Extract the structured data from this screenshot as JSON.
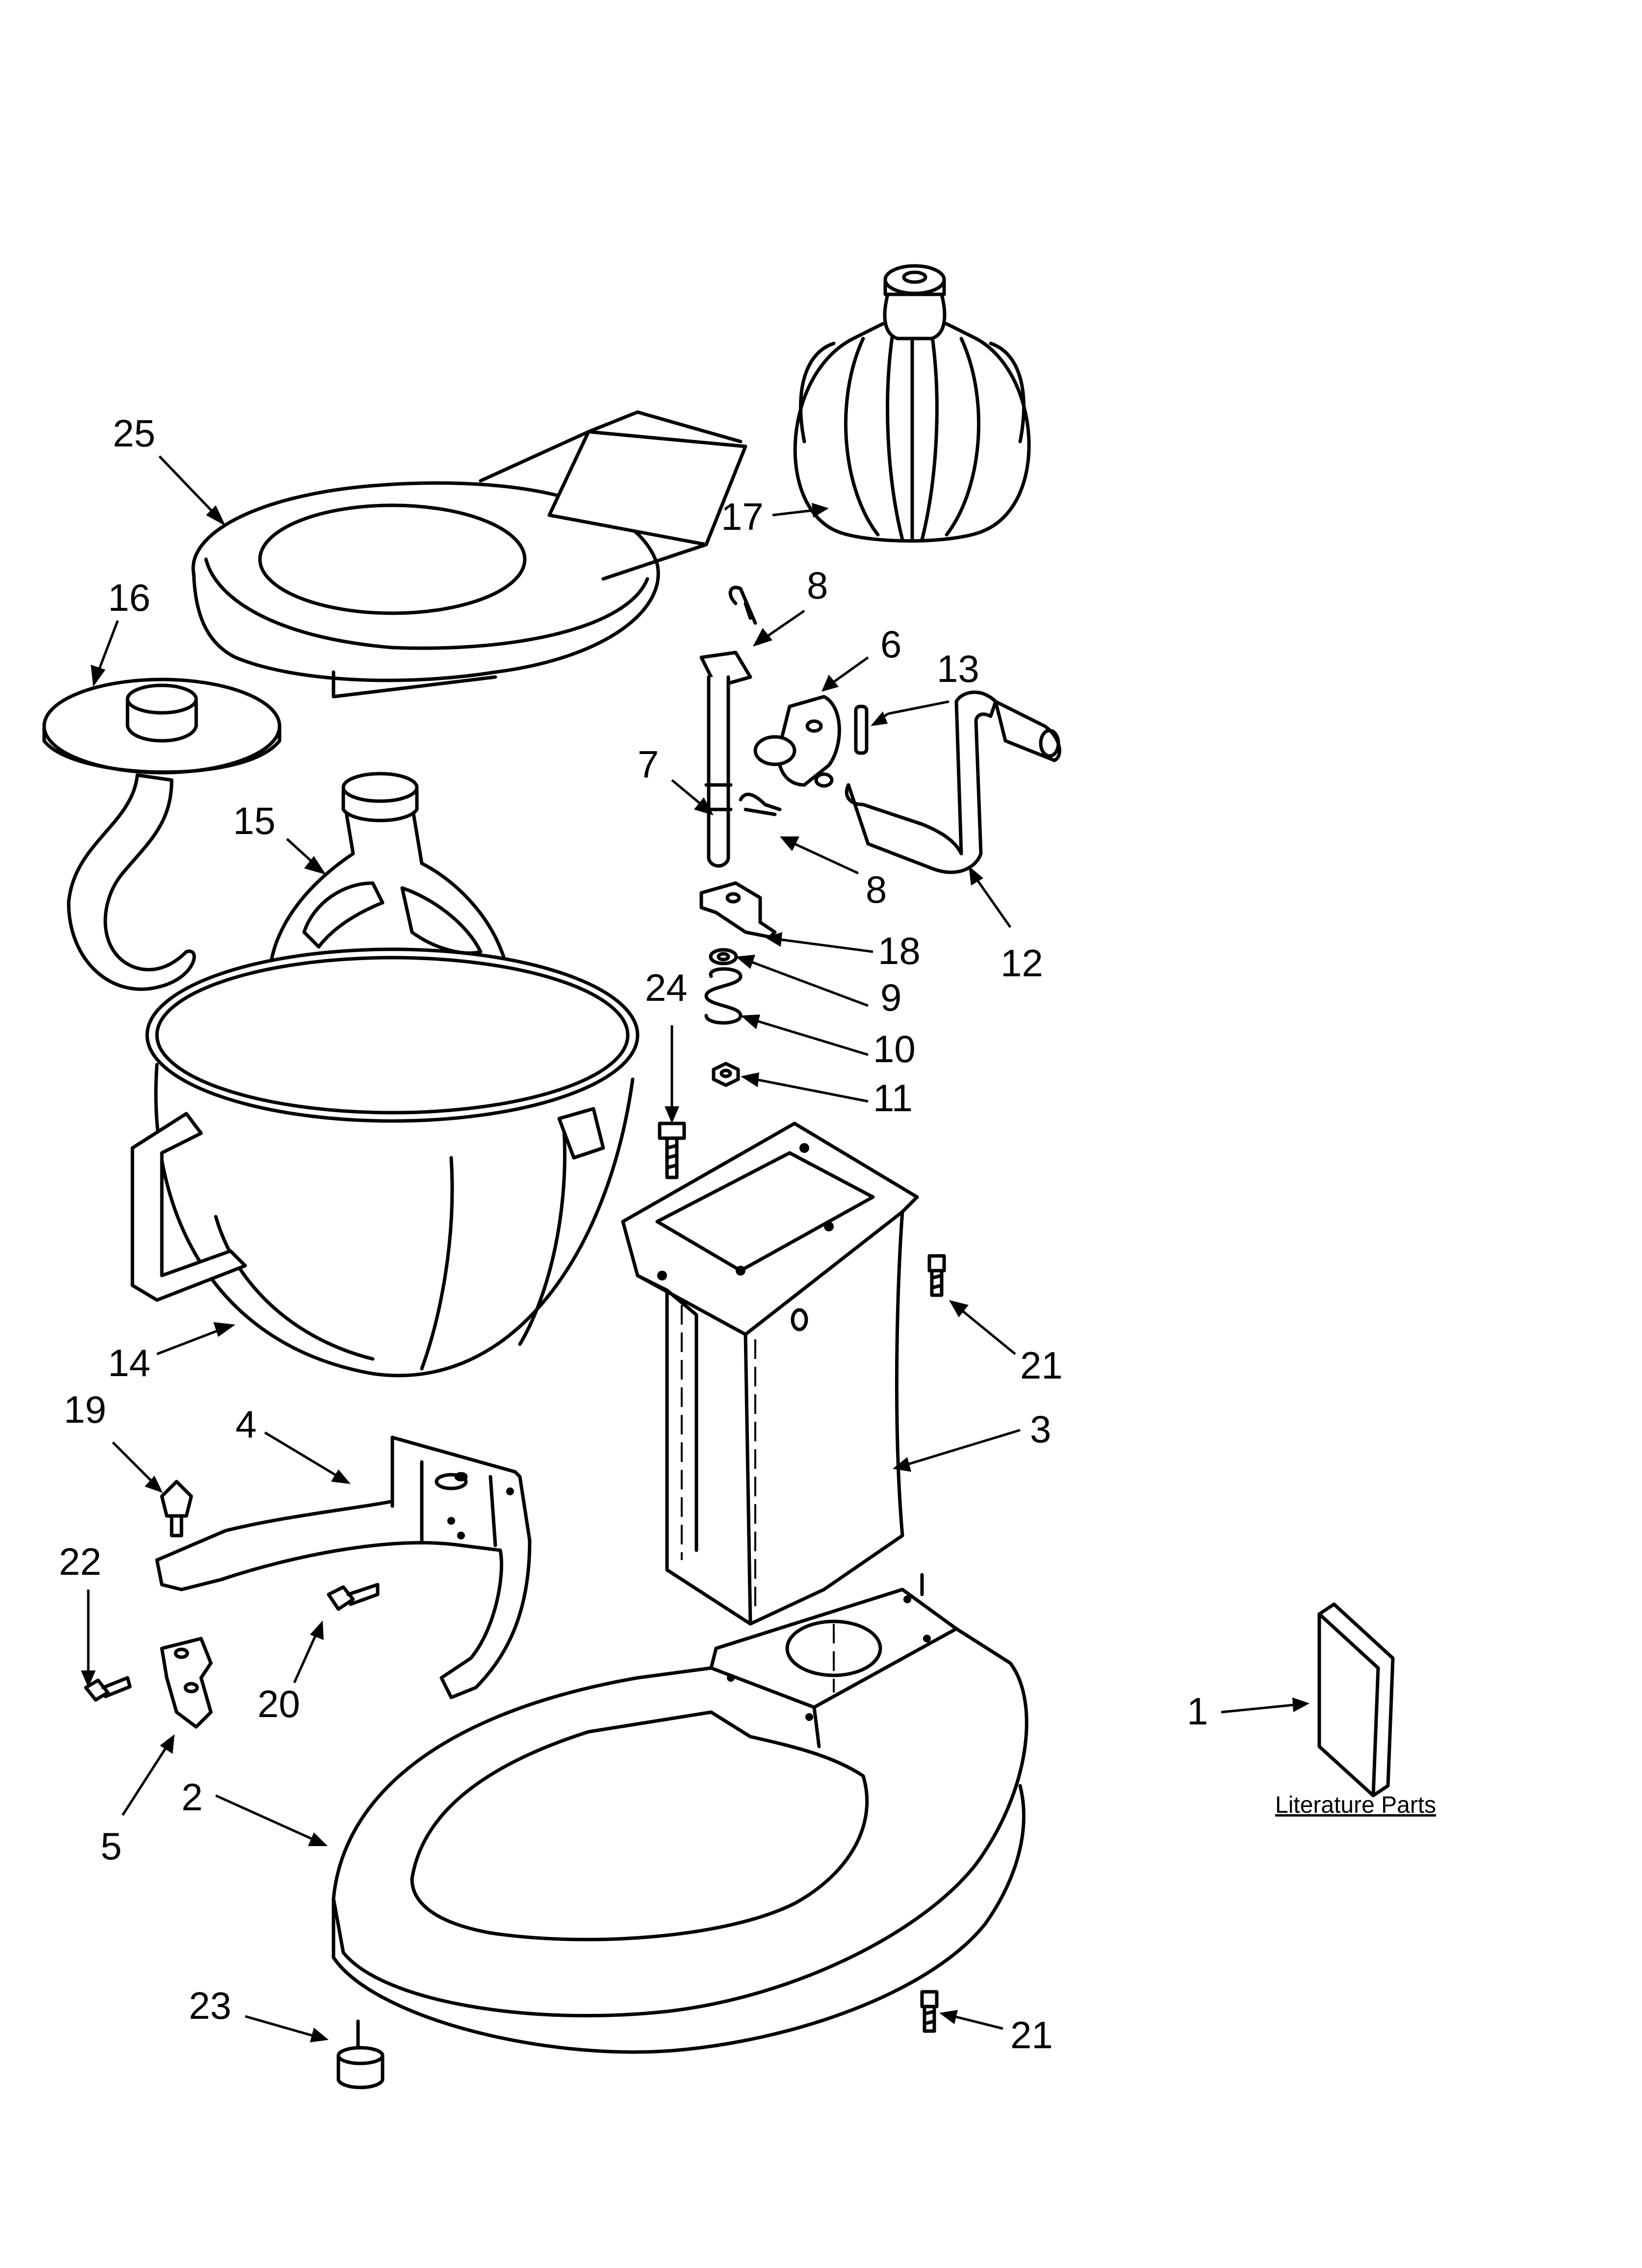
{
  "callouts": {
    "c1": "1",
    "c2": "2",
    "c3": "3",
    "c4": "4",
    "c5": "5",
    "c6": "6",
    "c7": "7",
    "c8a": "8",
    "c8b": "8",
    "c9": "9",
    "c10": "10",
    "c11": "11",
    "c12": "12",
    "c13": "13",
    "c14": "14",
    "c15": "15",
    "c16": "16",
    "c17": "17",
    "c18": "18",
    "c19": "19",
    "c20": "20",
    "c21a": "21",
    "c21b": "21",
    "c22": "22",
    "c23": "23",
    "c24": "24",
    "c25": "25"
  },
  "literature_label": "Literature Parts"
}
